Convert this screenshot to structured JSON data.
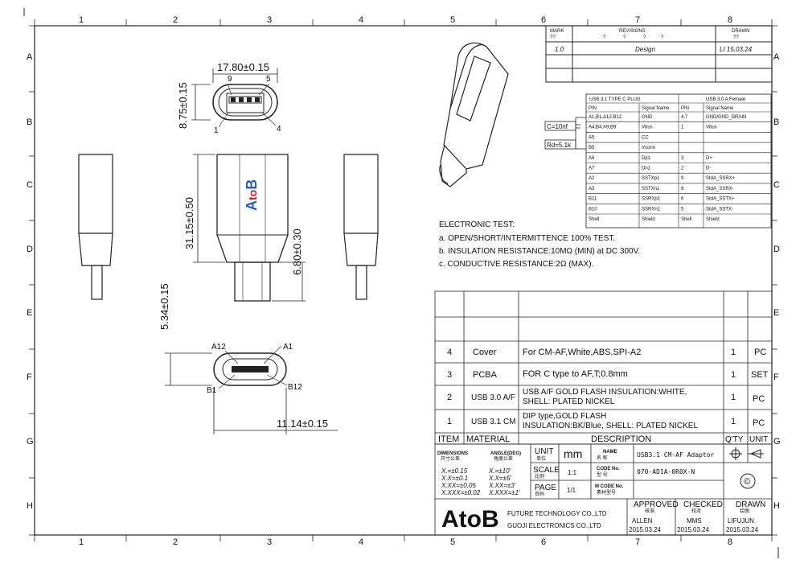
{
  "grid": {
    "columns": [
      "1",
      "2",
      "3",
      "4",
      "5",
      "6",
      "7",
      "8"
    ],
    "rows": [
      "A",
      "B",
      "C",
      "D",
      "E",
      "F",
      "G",
      "H"
    ]
  },
  "revisions": {
    "headers": {
      "mark": "MARK",
      "mark_val": "??",
      "title": "REVISIONS",
      "placeholders": [
        "?",
        "?",
        "?",
        "?"
      ],
      "drawn": "DRAWN",
      "drawn_val": "??"
    },
    "row": {
      "mark": "1.0",
      "description": "Design",
      "drawn": "LI  15.03.24"
    }
  },
  "dims": {
    "width_top": "17.80±0.15",
    "height_top": "8.75±0.15",
    "body_len": "31.15±0.50",
    "plug_len": "6.80±0.30",
    "plug_h": "5.34±0.15",
    "plug_w": "11.14±0.15"
  },
  "pin_labels": {
    "top_left": "9",
    "top_right": "5",
    "bot_left": "1",
    "bot_right": "4",
    "a12": "A12",
    "a1": "A1",
    "b1": "B1",
    "b12": "B12"
  },
  "brand_text": {
    "a": "A",
    "to": "to",
    "b": "B"
  },
  "pin_table": {
    "header_left": "USB 3.1 TYPE C PLUG",
    "header_right": "USB 3.0 A Female",
    "columns": [
      "PIN",
      "Signal Name",
      "PIN",
      "Signal Name"
    ],
    "rows": [
      [
        "A1,B1,A12,B12",
        "GND",
        "4,7",
        "GND/GND_DRAIN"
      ],
      [
        "A4,B4,A9,B9",
        "Vbus",
        "1",
        "Vbus"
      ],
      [
        "A5",
        "CC",
        "",
        ""
      ],
      [
        "B5",
        "Vconn",
        "",
        ""
      ],
      [
        "A6",
        "Dp1",
        "3",
        "D+"
      ],
      [
        "A7",
        "Dn1",
        "2",
        "D-"
      ],
      [
        "A2",
        "SSTXp1",
        "9",
        "StdA_SSRX+"
      ],
      [
        "A3",
        "SSTXn1",
        "8",
        "StdA_SSRX-"
      ],
      [
        "B11",
        "SSRXp1",
        "6",
        "StdA_SSTX+"
      ],
      [
        "B10",
        "SSRXn1",
        "5",
        "StdA_SSTX-"
      ],
      [
        "Shell",
        "Shield",
        "Shell",
        "Shield"
      ]
    ],
    "cap_label": "C=10nf",
    "res_label": "Rd=5.1k"
  },
  "electronic_test": {
    "title": "ELECTRONIC TEST:",
    "lines": [
      "a. OPEN/SHORT/INTERMITTENCE 100% TEST.",
      "b. INSULATION RESISTANCE:10MΩ (MIN) at DC 300V.",
      "c. CONDUCTIVE RESISTANCE:2Ω (MAX)."
    ]
  },
  "bom": {
    "items": [
      {
        "item": "4",
        "material": "Cover",
        "desc": "For  CM-AF,White,ABS,SPI-A2",
        "qty": "1",
        "unit": "PC"
      },
      {
        "item": "3",
        "material": "PCBA",
        "desc": "FOR C type to AF,T;0.8mm",
        "qty": "1",
        "unit": "SET"
      },
      {
        "item": "2",
        "material": "USB 3.0 A/F",
        "desc1": "USB A/F  GOLD  FLASH  INSULATION:WHITE,",
        "desc2": "SHELL: PLATED NICKEL",
        "qty": "1",
        "unit": "PC"
      },
      {
        "item": "1",
        "material": "USB 3.1 CM",
        "desc1": "DIP type,GOLD  FLASH",
        "desc2": "INSULATION:BK/Blue, SHELL: PLATED NICKEL",
        "qty": "1",
        "unit": "PC"
      }
    ],
    "headers": {
      "item": "ITEM",
      "material": "MATERIAL",
      "desc": "DESCRIPTION",
      "qty": "Q'TY",
      "unit": "UNIT"
    }
  },
  "title_block": {
    "dimensions": "DIMENSIONS",
    "dimensions_cn": "尺寸公差",
    "angle": "ANGLE(DEG)",
    "angle_cn": "角度公差",
    "tol_lin": [
      "X.=±0.15",
      "X.X=±0.1",
      "X.XX=±0.05",
      "X.XXX=±0.02"
    ],
    "tol_ang": [
      "X.=±10'",
      "X.X=±5'",
      "X.XX=±3'",
      "X.XXX=±1'"
    ],
    "unit_label": "UNIT",
    "unit_cn": "单位",
    "unit_val": "mm",
    "name_label": "NAME",
    "name_cn": "名 称",
    "name_val": "USB3.1 CM-AF Adaptor",
    "scale_label": "SCALE",
    "scale_cn": "比例",
    "scale_val": "1:1",
    "code_label": "CODE No.",
    "code_cn": "型 号",
    "code_val": "070-AD1A-0R0X-N",
    "page_label": "PAGE",
    "page_cn": "页码",
    "page_val": "1/1",
    "mcode_label": "M CODE No.",
    "mcode_cn": "素材型号",
    "copyright": "©",
    "company1": "FUTURE TECHNOLOGY CO.,LTD",
    "company2": "GUOJI ELECTRONICS CO.,LTD",
    "logo": "AtoB",
    "approved": "APPROVED",
    "approved_cn": "核准",
    "approved_by": "ALLEN",
    "approved_date": "2015.03.24",
    "checked": "CHECKED",
    "checked_cn": "校对",
    "checked_by": "MMS",
    "checked_date": "2015.03.24",
    "drawn": "DRAWN",
    "drawn_cn": "绘图",
    "drawn_by": "LIFUJUN",
    "drawn_date": "2015.03.24"
  }
}
